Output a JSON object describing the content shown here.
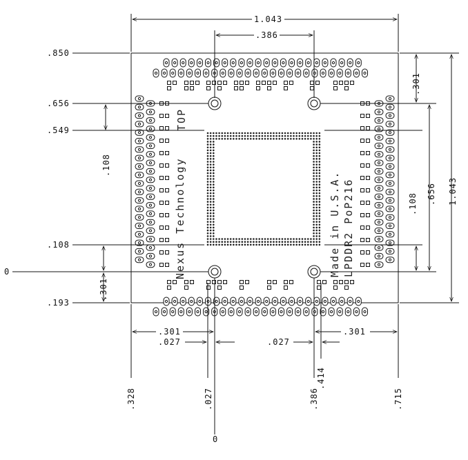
{
  "dimensions": {
    "width_total": "1.043",
    "height_total": "1.043",
    "hole_spacing_top": ".386",
    "y_850": ".850",
    "y_656": ".656",
    "y_549": ".549",
    "y_108": ".108",
    "y_0": "0",
    "y_193": ".193",
    "left_vertical_108": ".108",
    "left_vertical_301": ".301",
    "right_vertical_301": ".301",
    "right_vertical_108": ".108",
    "right_vertical_656": ".656",
    "right_vertical_1043": "1.043",
    "bottom_left_301": ".301",
    "bottom_left_027": ".027",
    "bottom_right_027": ".027",
    "bottom_right_301": ".301",
    "x_328": ".328",
    "x_027": ".027",
    "x_386": ".386",
    "x_414": ".414",
    "x_715": ".715",
    "x_0": "0"
  },
  "silkscreen": {
    "brand": "Nexus Technology",
    "top_label": "TOP",
    "origin": "Made in U.S.A.",
    "part": "LPDDR2 PoP216"
  }
}
